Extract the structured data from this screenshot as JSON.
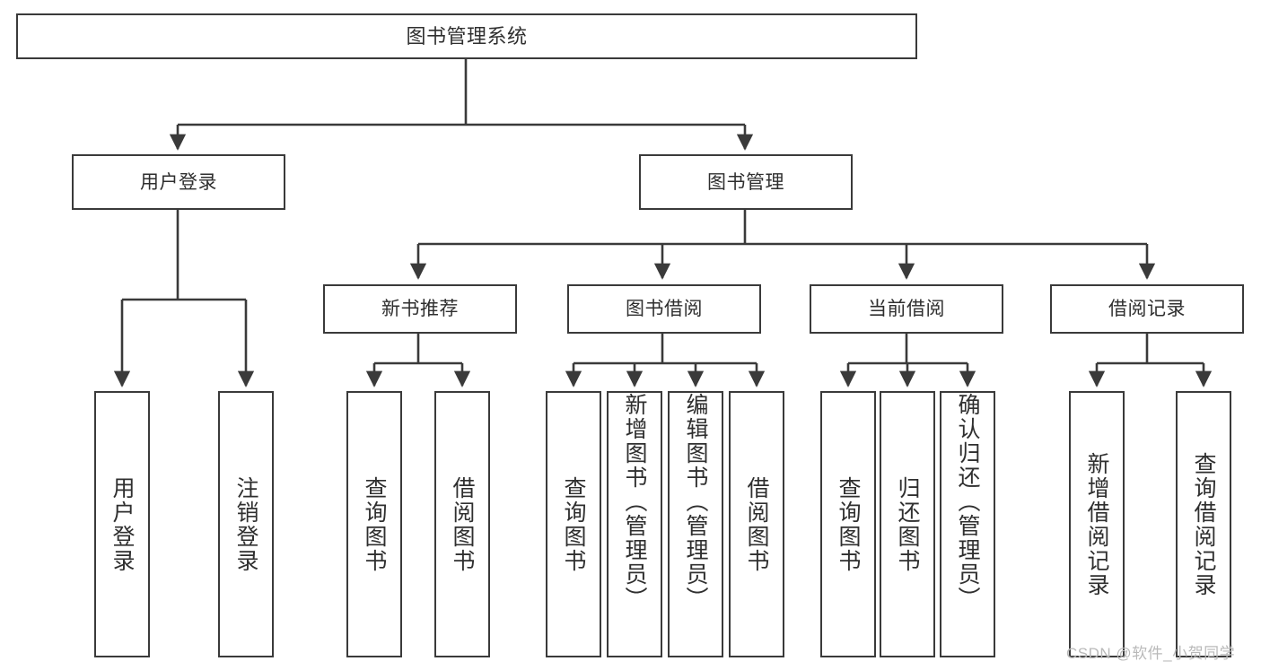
{
  "diagram": {
    "title": "图书管理系统",
    "type": "tree-hierarchy",
    "root": {
      "id": "root",
      "label": "图书管理系统"
    },
    "level1": [
      {
        "id": "user-login",
        "label": "用户登录"
      },
      {
        "id": "book-manage",
        "label": "图书管理"
      }
    ],
    "level2": [
      {
        "id": "new-book-recommend",
        "label": "新书推荐",
        "parent": "book-manage"
      },
      {
        "id": "book-borrow",
        "label": "图书借阅",
        "parent": "book-manage"
      },
      {
        "id": "current-borrow",
        "label": "当前借阅",
        "parent": "book-manage"
      },
      {
        "id": "borrow-record",
        "label": "借阅记录",
        "parent": "book-manage"
      }
    ],
    "leaves": {
      "user_login": [
        {
          "id": "leaf-user-login",
          "label": "用户登录"
        },
        {
          "id": "leaf-logout-login",
          "label": "注销登录"
        }
      ],
      "new_book_recommend": [
        {
          "id": "leaf-query-book-1",
          "label": "查询图书"
        },
        {
          "id": "leaf-borrow-book-1",
          "label": "借阅图书"
        }
      ],
      "book_borrow": [
        {
          "id": "leaf-query-book-2",
          "label": "查询图书"
        },
        {
          "id": "leaf-add-book",
          "label": "新增图书（管理员）"
        },
        {
          "id": "leaf-edit-book",
          "label": "编辑图书（管理员）"
        },
        {
          "id": "leaf-borrow-book-2",
          "label": "借阅图书"
        }
      ],
      "current_borrow": [
        {
          "id": "leaf-query-book-3",
          "label": "查询图书"
        },
        {
          "id": "leaf-return-book",
          "label": "归还图书"
        },
        {
          "id": "leaf-confirm-return",
          "label": "确认归还（管理员）"
        }
      ],
      "borrow_record": [
        {
          "id": "leaf-add-record",
          "label": "新增借阅记录"
        },
        {
          "id": "leaf-query-record",
          "label": "查询借阅记录"
        }
      ]
    }
  },
  "watermark": {
    "text": "CSDN @软件_小贺同学"
  },
  "colors": {
    "box_border": "#3a3a3a",
    "box_fill": "#ffffff",
    "text": "#2f2f2f",
    "connector": "#3a3a3a",
    "watermark": "#b9b9b9",
    "background": "#ffffff"
  }
}
